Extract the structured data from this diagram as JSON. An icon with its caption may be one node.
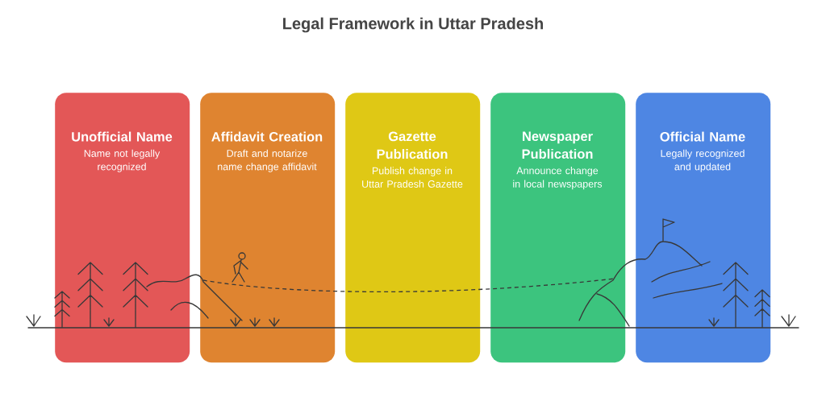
{
  "diagram": {
    "title": "Legal Framework in Uttar Pradesh",
    "nodes": [
      {
        "text": [
          "Unofficial Name",
          "Name not legally recognized"
        ]
      },
      {
        "text": [
          "Affidavit Creation",
          "Draft and notarize name change affidavit"
        ]
      },
      {
        "text": [
          "Gazette Publication",
          "Publish change in Uttar Pradesh Gazette"
        ]
      },
      {
        "text": [
          "Newspaper Publication",
          "Announce change in local newspapers"
        ]
      },
      {
        "text": [
          "Official Name",
          "Legally recognized and updated"
        ]
      }
    ]
  }
}
